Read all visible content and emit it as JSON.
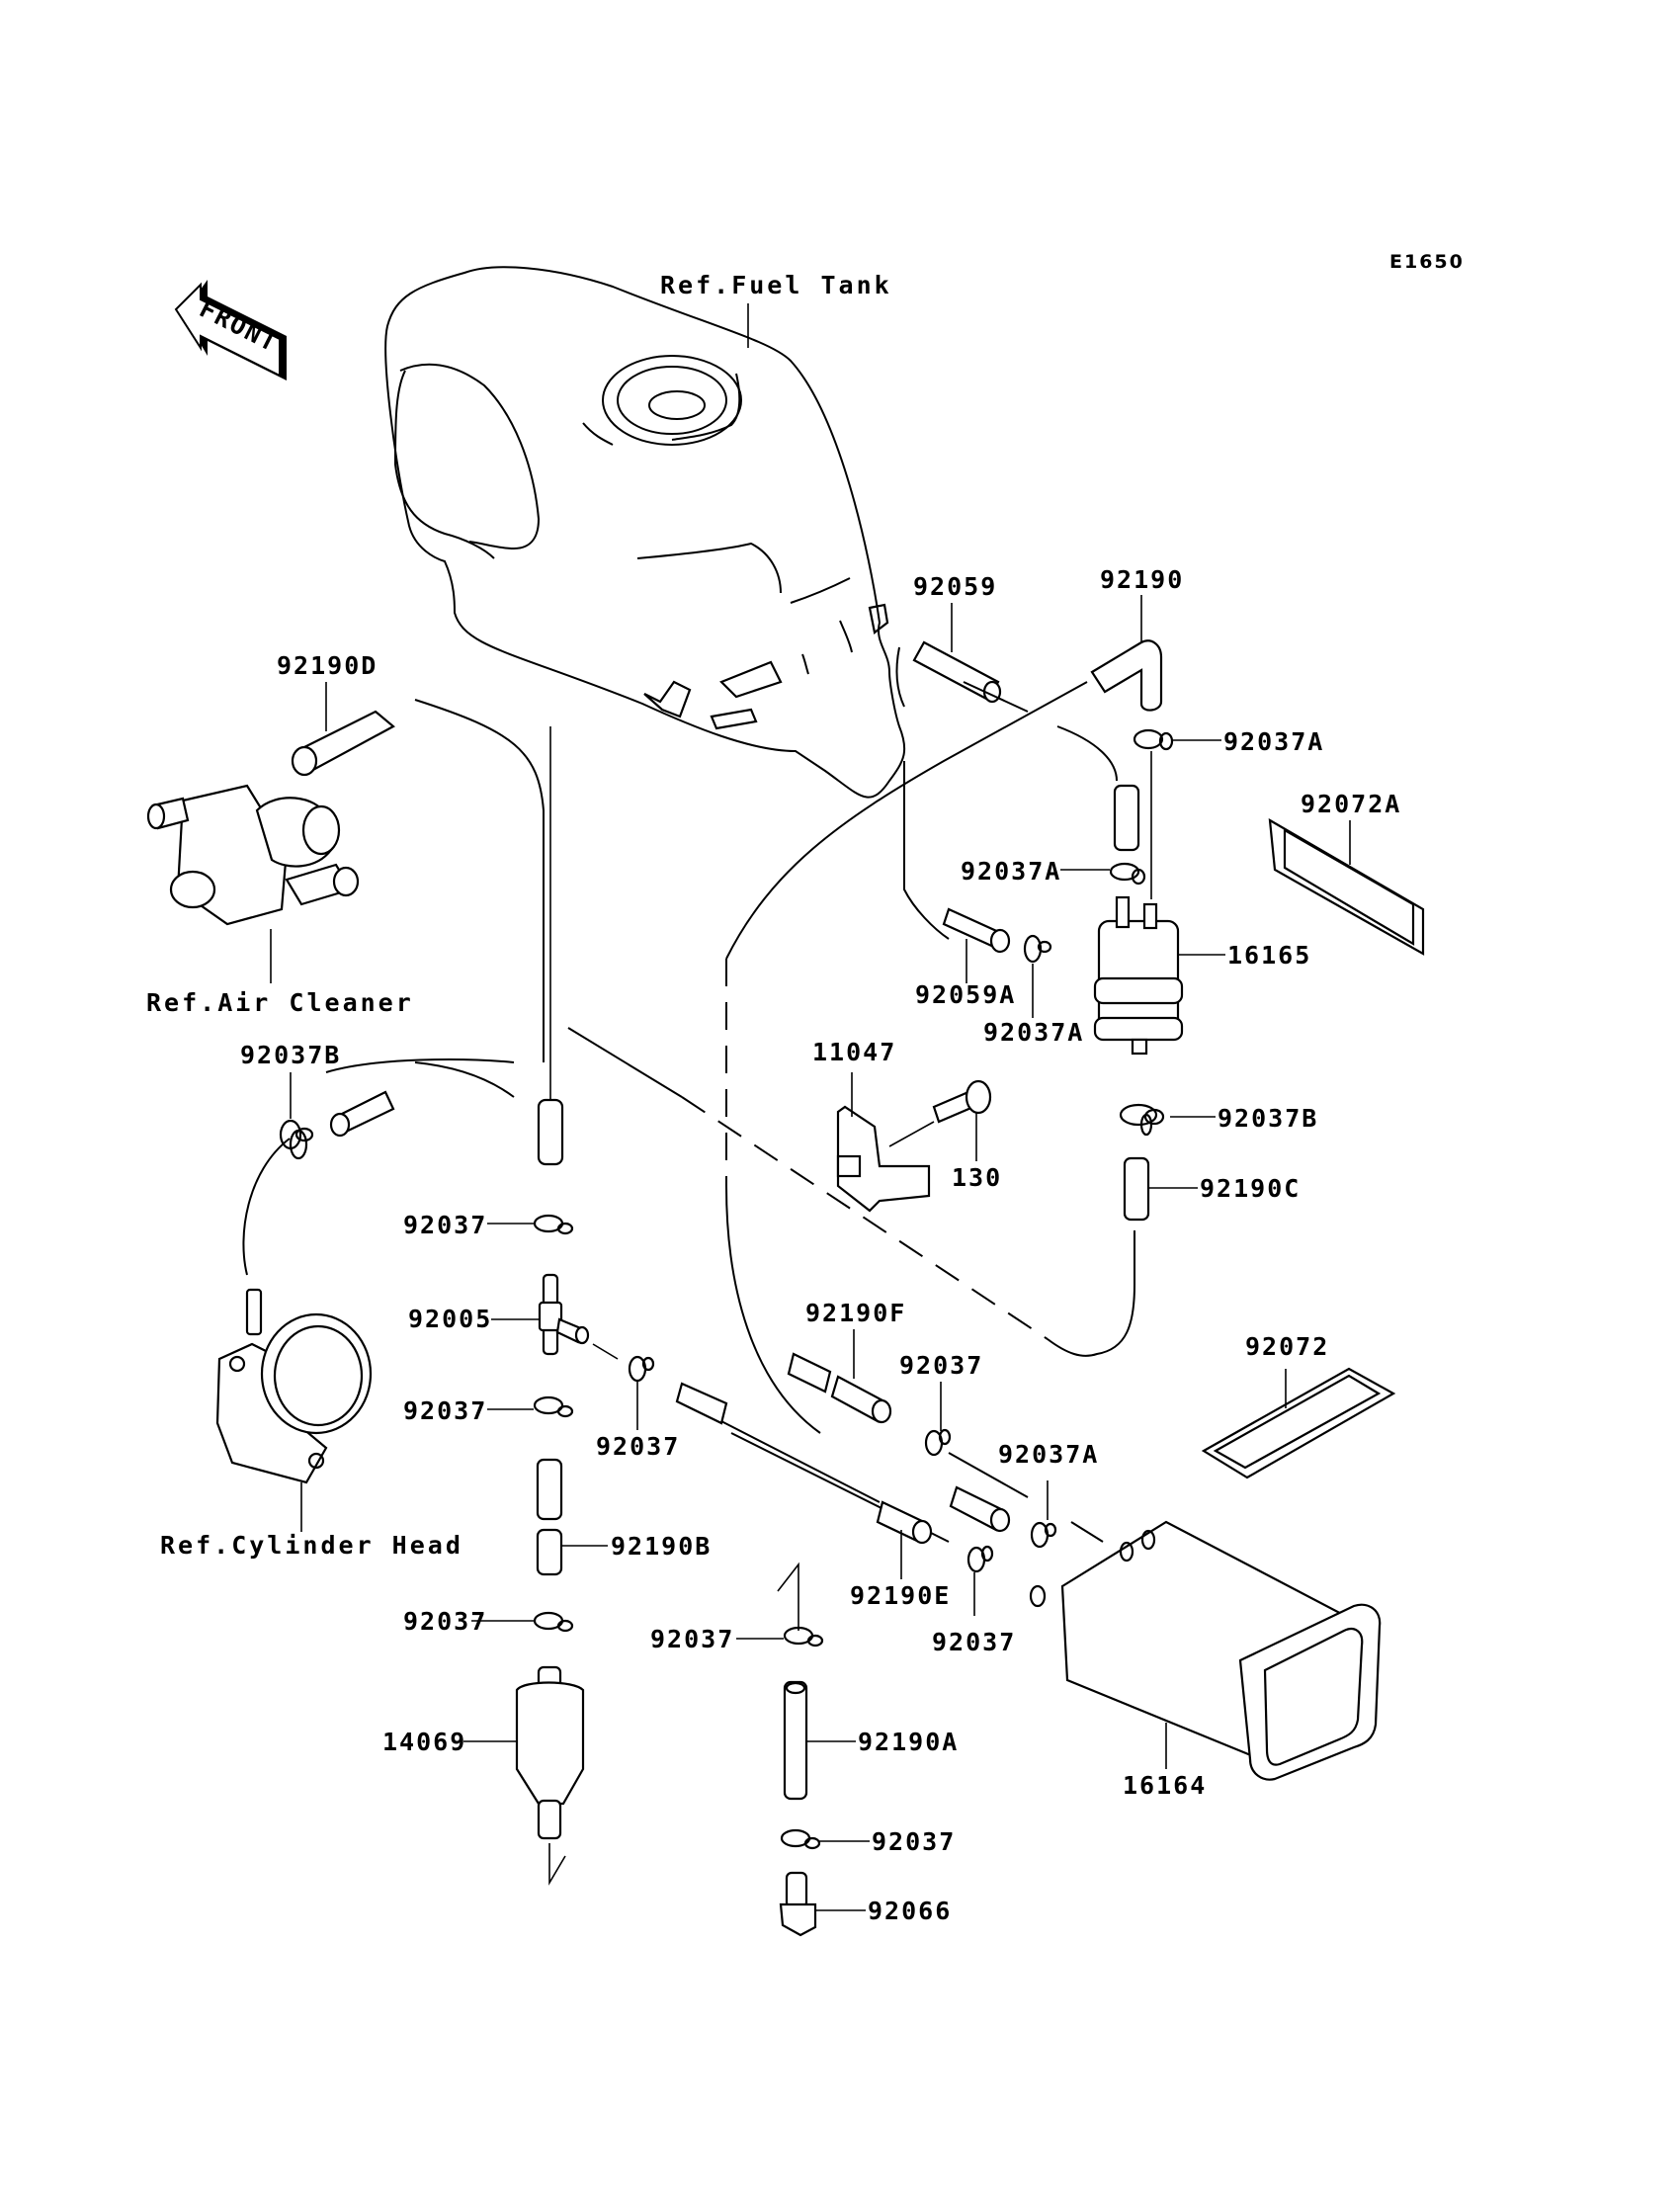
{
  "diagram": {
    "code": "E1650",
    "front_arrow": "FRONT",
    "references": {
      "fuel_tank": "Ref.Fuel Tank",
      "air_cleaner": "Ref.Air Cleaner",
      "cylinder_head": "Ref.Cylinder Head"
    },
    "parts": [
      {
        "id": "92059",
        "label": "92059"
      },
      {
        "id": "92190",
        "label": "92190"
      },
      {
        "id": "92037A-top",
        "label": "92037A"
      },
      {
        "id": "92072A",
        "label": "92072A"
      },
      {
        "id": "92190D",
        "label": "92190D"
      },
      {
        "id": "92037A-mid",
        "label": "92037A"
      },
      {
        "id": "16165",
        "label": "16165"
      },
      {
        "id": "92059A",
        "label": "92059A"
      },
      {
        "id": "92037A-low",
        "label": "92037A"
      },
      {
        "id": "11047",
        "label": "11047"
      },
      {
        "id": "92037B-left",
        "label": "92037B"
      },
      {
        "id": "92037B-right",
        "label": "92037B"
      },
      {
        "id": "130",
        "label": "130"
      },
      {
        "id": "92190C",
        "label": "92190C"
      },
      {
        "id": "92037-a",
        "label": "92037"
      },
      {
        "id": "92005",
        "label": "92005"
      },
      {
        "id": "92190F",
        "label": "92190F"
      },
      {
        "id": "92037-b",
        "label": "92037"
      },
      {
        "id": "92072",
        "label": "92072"
      },
      {
        "id": "92037-c",
        "label": "92037"
      },
      {
        "id": "92037-d",
        "label": "92037"
      },
      {
        "id": "92037A-canister",
        "label": "92037A"
      },
      {
        "id": "92190B",
        "label": "92190B"
      },
      {
        "id": "92190E",
        "label": "92190E"
      },
      {
        "id": "92037-e",
        "label": "92037"
      },
      {
        "id": "92037-f",
        "label": "92037"
      },
      {
        "id": "92037-g",
        "label": "92037"
      },
      {
        "id": "14069",
        "label": "14069"
      },
      {
        "id": "92190A",
        "label": "92190A"
      },
      {
        "id": "16164",
        "label": "16164"
      },
      {
        "id": "92037-h",
        "label": "92037"
      },
      {
        "id": "92066",
        "label": "92066"
      }
    ]
  }
}
